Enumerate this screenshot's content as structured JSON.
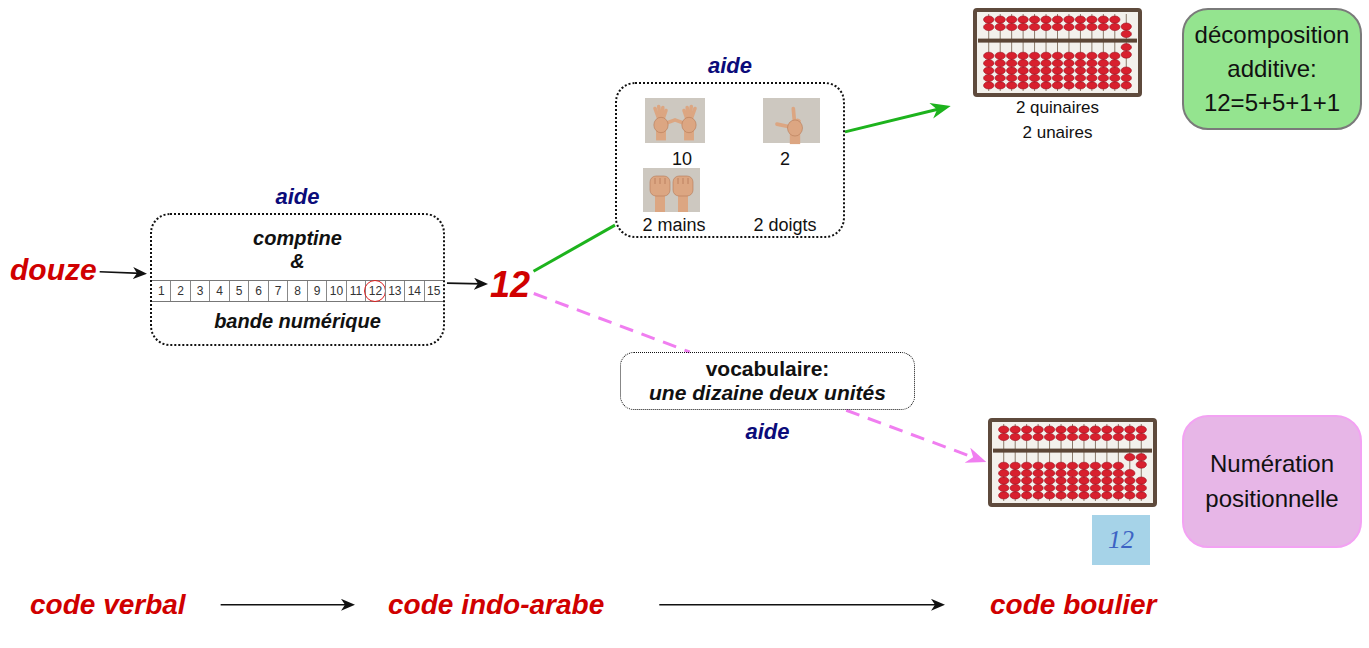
{
  "diagram": {
    "nodes": [
      {
        "text": [
          "douze"
        ]
      },
      {
        "text": [
          "aide",
          "comptine &",
          "bande numérique"
        ]
      },
      {
        "text": [
          "12"
        ]
      },
      {
        "text": [
          "aide"
        ]
      },
      {
        "text": [
          "2 quinaires 2 unaires"
        ]
      },
      {
        "text": [
          "décomposition additive: 12=5+5+1+1"
        ]
      },
      {
        "text": [
          "vocabulaire:",
          "une dizaine deux unités",
          "aide"
        ]
      },
      {
        "text": [
          "12"
        ]
      },
      {
        "text": [
          "Numération positionnelle"
        ]
      },
      {
        "text": [
          "code verbal"
        ]
      },
      {
        "text": [
          "code indo-arabe"
        ]
      },
      {
        "text": [
          "code boulier"
        ]
      }
    ],
    "edges": [
      {
        "from": 0,
        "to": 1,
        "arrow": "to"
      },
      {
        "from": 1,
        "to": 2,
        "arrow": "to"
      },
      {
        "from": 2,
        "to": 3,
        "arrow": "none"
      },
      {
        "from": 3,
        "to": 4,
        "arrow": "to"
      },
      {
        "from": 2,
        "to": 6,
        "arrow": "none"
      },
      {
        "from": 6,
        "to": 7,
        "arrow": "to"
      },
      {
        "from": 9,
        "to": 10,
        "arrow": "to"
      },
      {
        "from": 10,
        "to": 11,
        "arrow": "to"
      }
    ],
    "labels": [
      "1",
      "2",
      "3",
      "4",
      "5",
      "6",
      "7",
      "8",
      "9",
      "10",
      "11",
      "12",
      "13",
      "14",
      "15",
      "10",
      "2",
      "2 mains",
      "2 doigts"
    ]
  }
}
